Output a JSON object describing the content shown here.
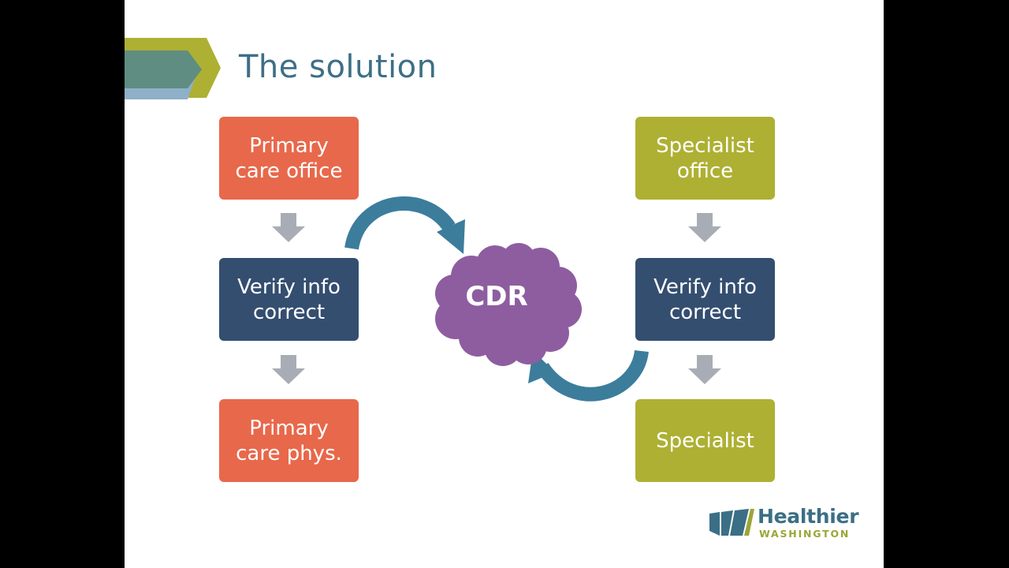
{
  "slide": {
    "title": "The solution"
  },
  "diagram": {
    "left_column": [
      {
        "label": "Primary\ncare office",
        "color": "#e8684b"
      },
      {
        "label": "Verify info\ncorrect",
        "color": "#344e70"
      },
      {
        "label": "Primary\ncare phys.",
        "color": "#e8684b"
      }
    ],
    "right_column": [
      {
        "label": "Specialist\noffice",
        "color": "#aeb033"
      },
      {
        "label": "Verify info\ncorrect",
        "color": "#344e70"
      },
      {
        "label": "Specialist",
        "color": "#aeb033"
      }
    ],
    "center": {
      "label": "CDR",
      "color": "#8e5da0"
    },
    "arrow_color": "#a8adb5",
    "curved_arrow_color": "#3c7d9c"
  },
  "logo": {
    "name": "Healthier",
    "subtitle": "WASHINGTON",
    "colors": [
      "#3b6f85",
      "#9aa635"
    ]
  }
}
